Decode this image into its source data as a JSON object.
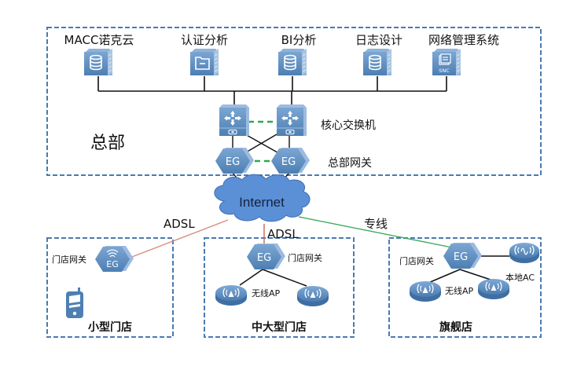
{
  "headquarters": {
    "title": "总部",
    "servers": [
      {
        "label": "MACC诺克云",
        "icon": "database-server-icon"
      },
      {
        "label": "认证分析",
        "icon": "folder-server-icon"
      },
      {
        "label": "BI分析",
        "icon": "database-server-icon"
      },
      {
        "label": "日志设计",
        "icon": "database-server-icon"
      },
      {
        "label": "网络管理系统",
        "icon": "snc-server-icon",
        "badge": "SNC"
      }
    ],
    "core_switch_label": "核心交换机",
    "gateway_label": "总部网关",
    "gateway_text": "EG"
  },
  "internet": {
    "label": "Internet"
  },
  "links": {
    "small_store": "ADSL",
    "mid_store": "ADSL",
    "flagship": "专线"
  },
  "colors": {
    "frame": "#4a7ab3",
    "device": "#5b8dc0",
    "cloud": "#5b8fd6",
    "adsl_line": "#d98b7f",
    "leased_line": "#3aaa5c",
    "ha_link": "#2ea84f"
  },
  "stores": {
    "small": {
      "title": "小型门店",
      "gateway_label": "门店网关",
      "gateway_text": "EG"
    },
    "mid": {
      "title": "中大型门店",
      "gateway_label": "门店网关",
      "gateway_text": "EG",
      "ap_label": "无线AP"
    },
    "flagship": {
      "title": "旗舰店",
      "gateway_label": "门店网关",
      "gateway_text": "EG",
      "ap_label": "无线AP",
      "ac_label": "本地AC"
    }
  }
}
